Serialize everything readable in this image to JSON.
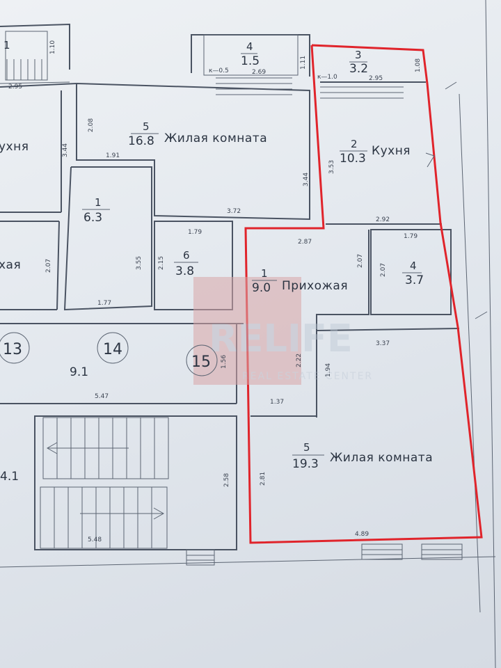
{
  "plan": {
    "rooms": [
      {
        "id": "l5",
        "number": "5",
        "area": "16.8",
        "name": "Жилая комната"
      },
      {
        "id": "l1",
        "number": "1",
        "area": "6.3",
        "name": ""
      },
      {
        "id": "l6",
        "number": "6",
        "area": "3.8",
        "name": ""
      },
      {
        "id": "l4",
        "number": "4",
        "area": "1.5",
        "name": ""
      },
      {
        "id": "a3",
        "number": "3",
        "area": "3.2",
        "name": ""
      },
      {
        "id": "a2",
        "number": "2",
        "area": "10.3",
        "name": "Кухня"
      },
      {
        "id": "a1",
        "number": "1",
        "area": "9.0",
        "name": "Прихожая"
      },
      {
        "id": "a4",
        "number": "4",
        "area": "3.7",
        "name": ""
      },
      {
        "id": "a5",
        "number": "5",
        "area": "19.3",
        "name": "Жилая комната"
      },
      {
        "id": "corr",
        "number": "",
        "area": "9.1",
        "name": ""
      },
      {
        "id": "stair",
        "number": "",
        "area": "4.1",
        "name": ""
      },
      {
        "id": "left-top",
        "number": "",
        "area": "1",
        "name": ""
      }
    ],
    "partial_labels": {
      "kitchen_left": "ухня",
      "room_left": "хая"
    },
    "axes": [
      "13",
      "14",
      "15"
    ],
    "balcony_labels": {
      "left": "к—0.5",
      "right": "к—1.0"
    },
    "dimensions": {
      "d_295": "2.95",
      "d_110": "1.10",
      "d_269": "2.69",
      "d_111": "1.11",
      "d_295b": "2.95",
      "d_108": "1.08",
      "d_208": "2.08",
      "d_344": "3.44",
      "d_191": "1.91",
      "d_344b": "3.44",
      "d_372": "3.72",
      "d_353": "3.53",
      "d_292": "2.92",
      "d_179": "1.79",
      "d_287": "2.87",
      "d_207": "2.07",
      "d_207b": "2.07",
      "d_179b": "1.79",
      "d_355": "3.55",
      "d_215": "2.15",
      "d_177": "1.77",
      "d_207c": "2.07",
      "d_337": "3.37",
      "d_222": "2.22",
      "d_194": "1.94",
      "d_156": "1.56",
      "d_547": "5.47",
      "d_137": "1.37",
      "d_281": "2.81",
      "d_258": "2.58",
      "d_548": "5.48",
      "d_489": "4.89"
    },
    "watermark": {
      "text": "RELIFE",
      "sub": "REAL ESTATE CENTER"
    },
    "colors": {
      "highlight": "#e0242b",
      "lines": "#4a5362",
      "paper": "#e3e8ee"
    }
  }
}
